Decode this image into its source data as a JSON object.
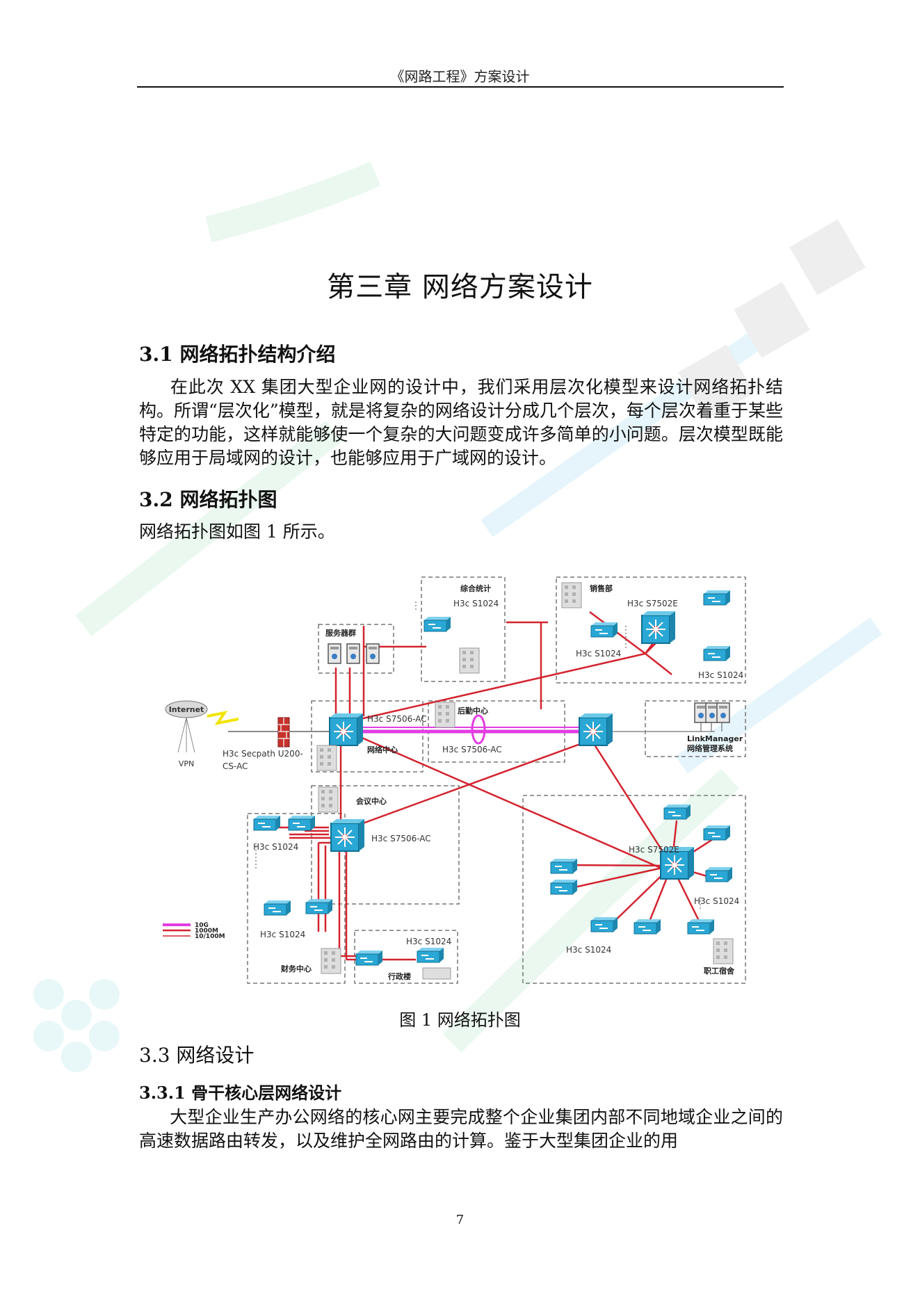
{
  "header": {
    "title": "《网路工程》方案设计"
  },
  "chapter_title": "第三章  网络方案设计",
  "sections": {
    "s31": {
      "heading": "3.1 网络拓扑结构介绍",
      "body": "在此次 XX 集团大型企业网的设计中，我们采用层次化模型来设计网络拓扑结构。所谓“层次化”模型，就是将复杂的网络设计分成几个层次，每个层次着重于某些特定的功能，这样就能够使一个复杂的大问题变成许多简单的小问题。层次模型既能够应用于局域网的设计，也能够应用于广域网的设计。"
    },
    "s32": {
      "heading": "3.2 网络拓扑图",
      "body": "网络拓扑图如图 1 所示。"
    },
    "s33": {
      "heading": "3.3  网络设计"
    },
    "s331": {
      "heading": "3.3.1 骨干核心层网络设计",
      "body": "大型企业生产办公网络的核心网主要完成整个企业集团内部不同地域企业之间的高速数据路由转发，以及维护全网路由的计算。鉴于大型集团企业的用"
    }
  },
  "figure": {
    "caption": "图 1  网络拓扑图",
    "labels": {
      "internet": "Internet",
      "vpn": "VPN",
      "firewall_line1": "H3c Secpath U200-",
      "firewall_line2": "CS-AC",
      "server_group": "服务器群",
      "stats": "综合统计",
      "stats_switch": "H3c S1024",
      "sales": "销售部",
      "sales_core": "H3c S7502E",
      "sales_access_left": "H3c S1024",
      "sales_access_right": "H3c S1024",
      "net_center": "网络中心",
      "core1": "H3c S7506-AC",
      "logistics": "后勤中心",
      "core2": "H3c S7506-AC",
      "linkmanager": "LinkManager",
      "nms": "网络管理系统",
      "meeting": "会议中心",
      "meeting_core": "H3c S7506-AC",
      "finance_top": "H3c S1024",
      "finance_bottom": "H3c S1024",
      "finance": "财务中心",
      "admin_switch": "H3c S1024",
      "admin": "行政楼",
      "dorm_core": "H3c S7502E",
      "dorm_right": "H3c S1024",
      "dorm_bottom": "H3c S1024",
      "dorm": "职工宿舍",
      "legend_10g": "10G",
      "legend_1000m": "1000M",
      "legend_100m": "10/100M"
    },
    "colors": {
      "link_10g": "#e23ce2",
      "link_1000m": "#d3242f",
      "link_100m": "#d3242f",
      "switch": "#2aa7d4"
    }
  },
  "page_number": "7"
}
